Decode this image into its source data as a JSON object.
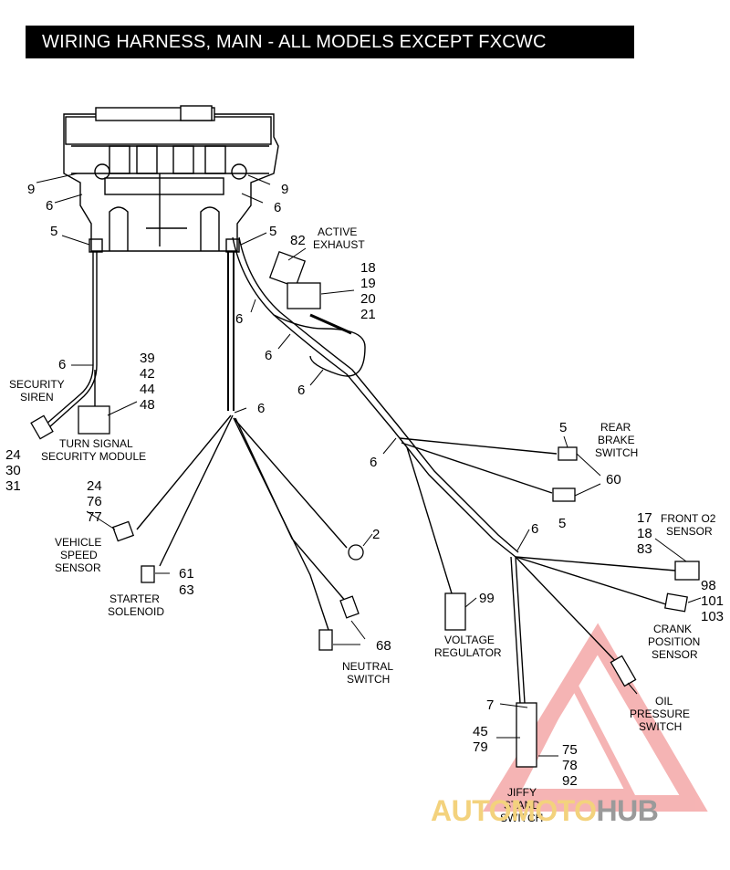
{
  "title": "WIRING HARNESS, MAIN - ALL MODELS EXCEPT FXCWC",
  "callouts": {
    "c9_left": "9",
    "c6_left": "6",
    "c9_right": "9",
    "c6_right": "6",
    "c5_left": "5",
    "c5_right": "5",
    "c82": "82",
    "c18_a": "18",
    "c19": "19",
    "c20": "20",
    "c21": "21",
    "c6_ex1": "6",
    "c6_ex2": "6",
    "c6_ex3": "6",
    "c6_siren": "6",
    "c39": "39",
    "c42": "42",
    "c44": "44",
    "c48": "48",
    "c6_center": "6",
    "c24_a": "24",
    "c30": "30",
    "c31": "31",
    "c24_b": "24",
    "c76": "76",
    "c77": "77",
    "c61": "61",
    "c63": "63",
    "c2": "2",
    "c68": "68",
    "c5_brake": "5",
    "c60": "60",
    "c5_brake2": "5",
    "c6_junction": "6",
    "c6_right_branch": "6",
    "c17": "17",
    "c18_b": "18",
    "c83": "83",
    "c98": "98",
    "c101": "101",
    "c103": "103",
    "c99": "99",
    "c7": "7",
    "c45": "45",
    "c79": "79",
    "c75": "75",
    "c78": "78",
    "c92": "92"
  },
  "labels": {
    "active_exhaust": [
      "ACTIVE",
      "EXHAUST"
    ],
    "security_siren": [
      "SECURITY",
      "SIREN"
    ],
    "turn_signal_module": [
      "TURN SIGNAL",
      "SECURITY MODULE"
    ],
    "vehicle_speed_sensor": [
      "VEHICLE",
      "SPEED",
      "SENSOR"
    ],
    "starter_solenoid": [
      "STARTER",
      "SOLENOID"
    ],
    "neutral_switch": [
      "NEUTRAL",
      "SWITCH"
    ],
    "rear_brake_switch": [
      "REAR",
      "BRAKE",
      "SWITCH"
    ],
    "front_o2_sensor": [
      "FRONT O2",
      "SENSOR"
    ],
    "crank_position_sensor": [
      "CRANK",
      "POSITION",
      "SENSOR"
    ],
    "voltage_regulator": [
      "VOLTAGE",
      "REGULATOR"
    ],
    "oil_pressure_switch": [
      "OIL",
      "PRESSURE",
      "SWITCH"
    ],
    "jiffy_stand_switch": [
      "JIFFY",
      "STAND",
      "SWITCH"
    ]
  },
  "watermark": {
    "part1": "AUTOMOTO",
    "part2": "HUB",
    "color1": "#f3d27d",
    "color2": "#9a9a9a",
    "triangle_color": "#e88a8a"
  }
}
